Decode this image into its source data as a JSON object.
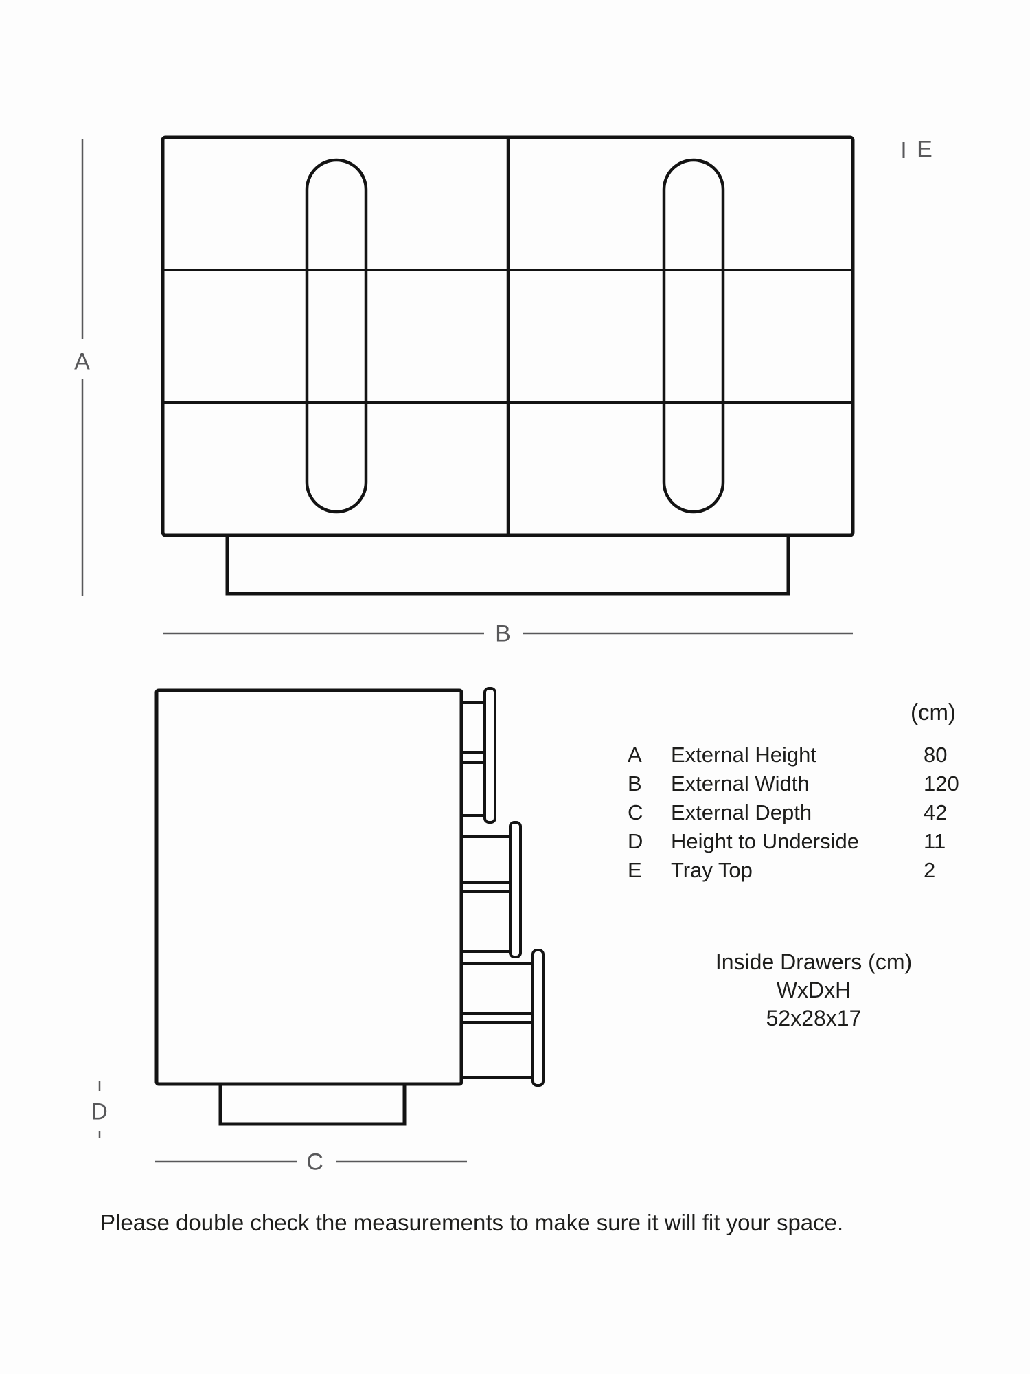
{
  "page": {
    "note": "Please double check the measurements to make sure it will fit your space."
  },
  "diagram_labels": {
    "a": "A",
    "b": "B",
    "c": "C",
    "d": "D",
    "e": "E"
  },
  "dimensions_table": {
    "unit_header": "(cm)",
    "rows": [
      {
        "letter": "A",
        "label": "External Height",
        "value": "80"
      },
      {
        "letter": "B",
        "label": "External Width",
        "value": "120"
      },
      {
        "letter": "C",
        "label": "External Depth",
        "value": "42"
      },
      {
        "letter": "D",
        "label": "Height to Underside",
        "value": "11"
      },
      {
        "letter": "E",
        "label": "Tray Top",
        "value": "2"
      }
    ]
  },
  "inside_drawers": {
    "title": "Inside Drawers (cm)",
    "dims_label": "WxDxH",
    "dims_value": "52x28x17"
  },
  "colors": {
    "line_ink": "#131313",
    "dimension_gray": "#58585a",
    "text": "#1d1d1b",
    "background": "#fdfdfd"
  }
}
